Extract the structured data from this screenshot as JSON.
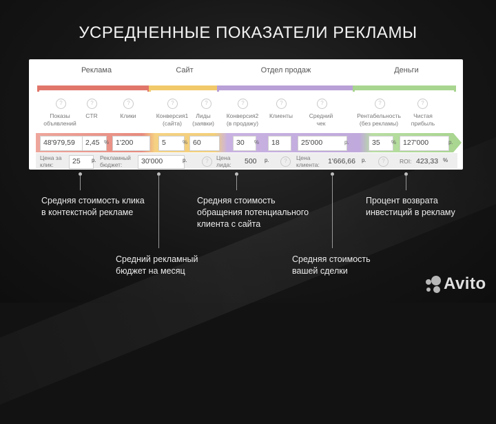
{
  "title": "УСРЕДНЕННЫЕ ПОКАЗАТЕЛИ РЕКЛАМЫ",
  "sections": [
    {
      "label": "Реклама",
      "color": "#e0766a"
    },
    {
      "label": "Сайт",
      "color": "#f1c96a"
    },
    {
      "label": "Отдел продаж",
      "color": "#b9a0d6"
    },
    {
      "label": "Деньги",
      "color": "#a8d58f"
    }
  ],
  "help_glyph": "?",
  "columns": [
    {
      "header": "Показы\nобъявлений",
      "value": "48'979,59",
      "unit": ""
    },
    {
      "header": "CTR",
      "value": "2,45",
      "unit": "%"
    },
    {
      "header": "Клики",
      "value": "1'200",
      "unit": ""
    },
    {
      "header": "Конверсия1\n(сайта)",
      "value": "5",
      "unit": "%"
    },
    {
      "header": "Лиды\n(заявки)",
      "value": "60",
      "unit": ""
    },
    {
      "header": "Конверсия2\n(в продажу)",
      "value": "30",
      "unit": "%"
    },
    {
      "header": "Клиенты",
      "value": "18",
      "unit": ""
    },
    {
      "header": "Средний\nчек",
      "value": "25'000",
      "unit": "р."
    },
    {
      "header": "Рентабельность\n(без рекламы)",
      "value": "35",
      "unit": "%"
    },
    {
      "header": "Чистая\nприбыль",
      "value": "127'000",
      "unit": "р."
    }
  ],
  "summary": {
    "cpc_label": "Цена за\nклик:",
    "cpc_value": "25",
    "cpc_unit": "р.",
    "budget_label": "Рекламный\nбюджет:",
    "budget_value": "30'000",
    "budget_unit": "р.",
    "cpl_label": "Цена\nлида:",
    "cpl_value": "500",
    "cpl_unit": "р.",
    "cpa_label": "Цена\nклиента:",
    "cpa_value": "1'666,66",
    "cpa_unit": "р.",
    "roi_label": "ROI:",
    "roi_value": "423,33",
    "roi_unit": "%"
  },
  "captions": {
    "cpc": "Средняя стоимость клика\nв контекстной рекламе",
    "budget": "Средний рекламный\nбюджет на месяц",
    "cpl": "Средняя стоимость\nобращения потенциального\nклиента с сайта",
    "cpa": "Средняя стоимость\nвашей сделки",
    "roi": "Процент возврата\nинвестиций в рекламу"
  },
  "watermark": "Avito"
}
